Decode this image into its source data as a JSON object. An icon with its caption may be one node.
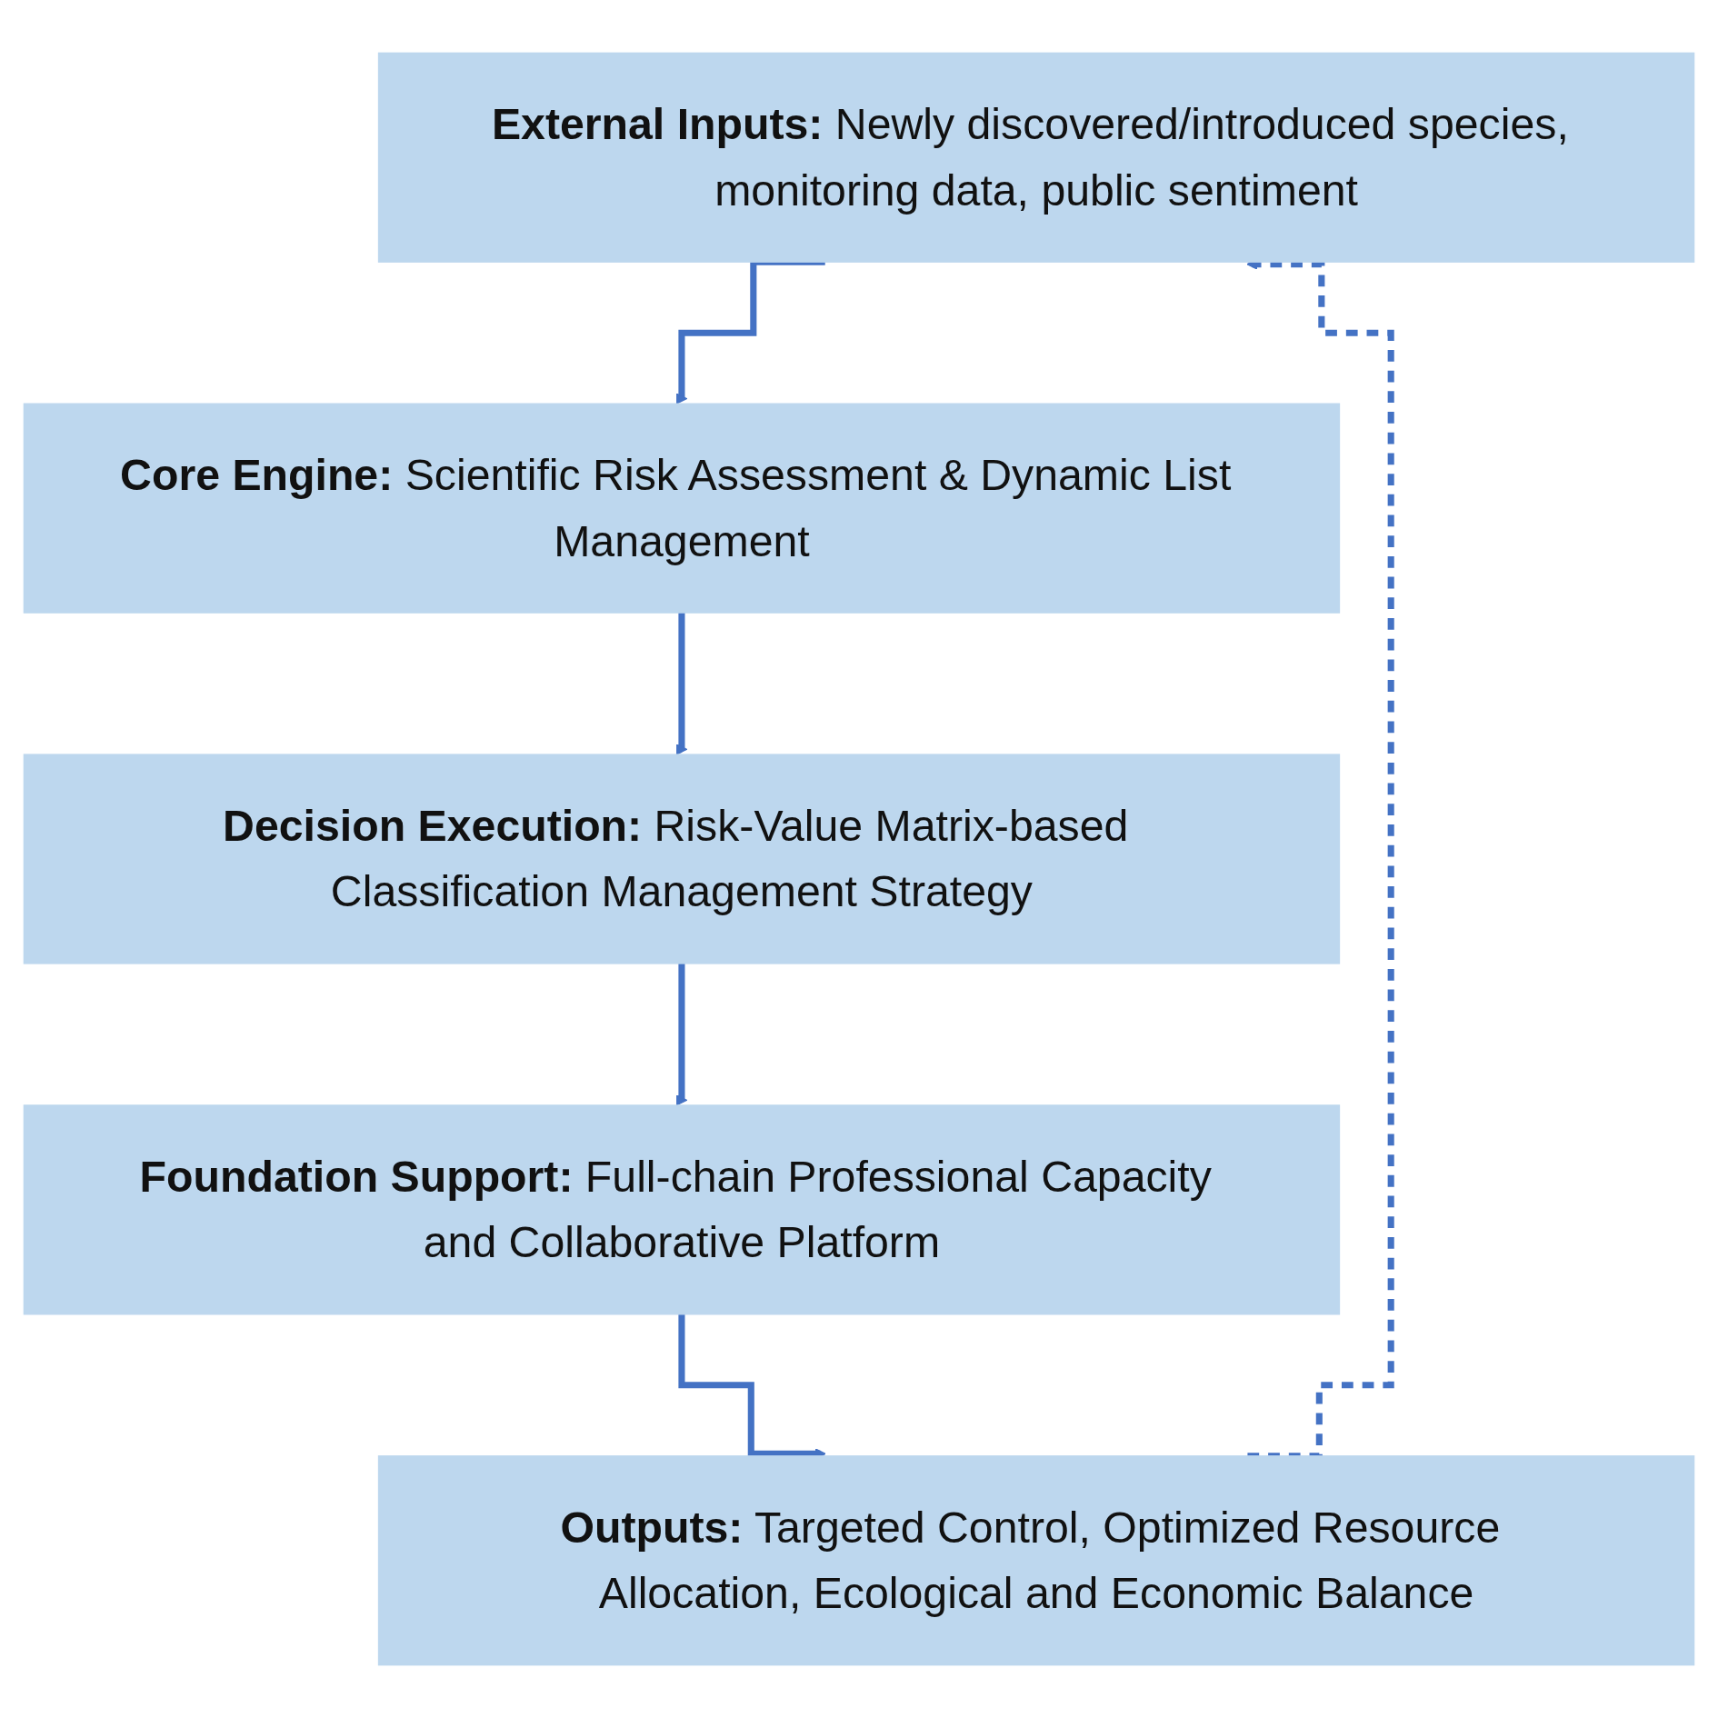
{
  "diagram": {
    "nodes": [
      {
        "text": [
          "**External Inputs:** Newly discovered/introduced species, monitoring data, public sentiment"
        ]
      },
      {
        "text": [
          "**Core Engine:** Scientific Risk Assessment & Dynamic List Management"
        ]
      },
      {
        "text": [
          "**Decision Execution:** Risk-Value Matrix-based Classification Management Strategy"
        ]
      },
      {
        "text": [
          "**Foundation Support:** Full-chain Professional Capacity and Collaborative Platform"
        ]
      },
      {
        "text": [
          "**Outputs:** Targeted Control, Optimized Resource Allocation, Ecological and Economic Balance"
        ]
      }
    ],
    "edges": [
      {
        "from": 0,
        "to": 1,
        "arrow": "to"
      },
      {
        "from": 1,
        "to": 2,
        "arrow": "to"
      },
      {
        "from": 2,
        "to": 3,
        "arrow": "to"
      },
      {
        "from": 3,
        "to": 4,
        "arrow": "to"
      },
      {
        "from": 4,
        "to": 0,
        "arrow": "to",
        "style": "dashed"
      }
    ]
  }
}
